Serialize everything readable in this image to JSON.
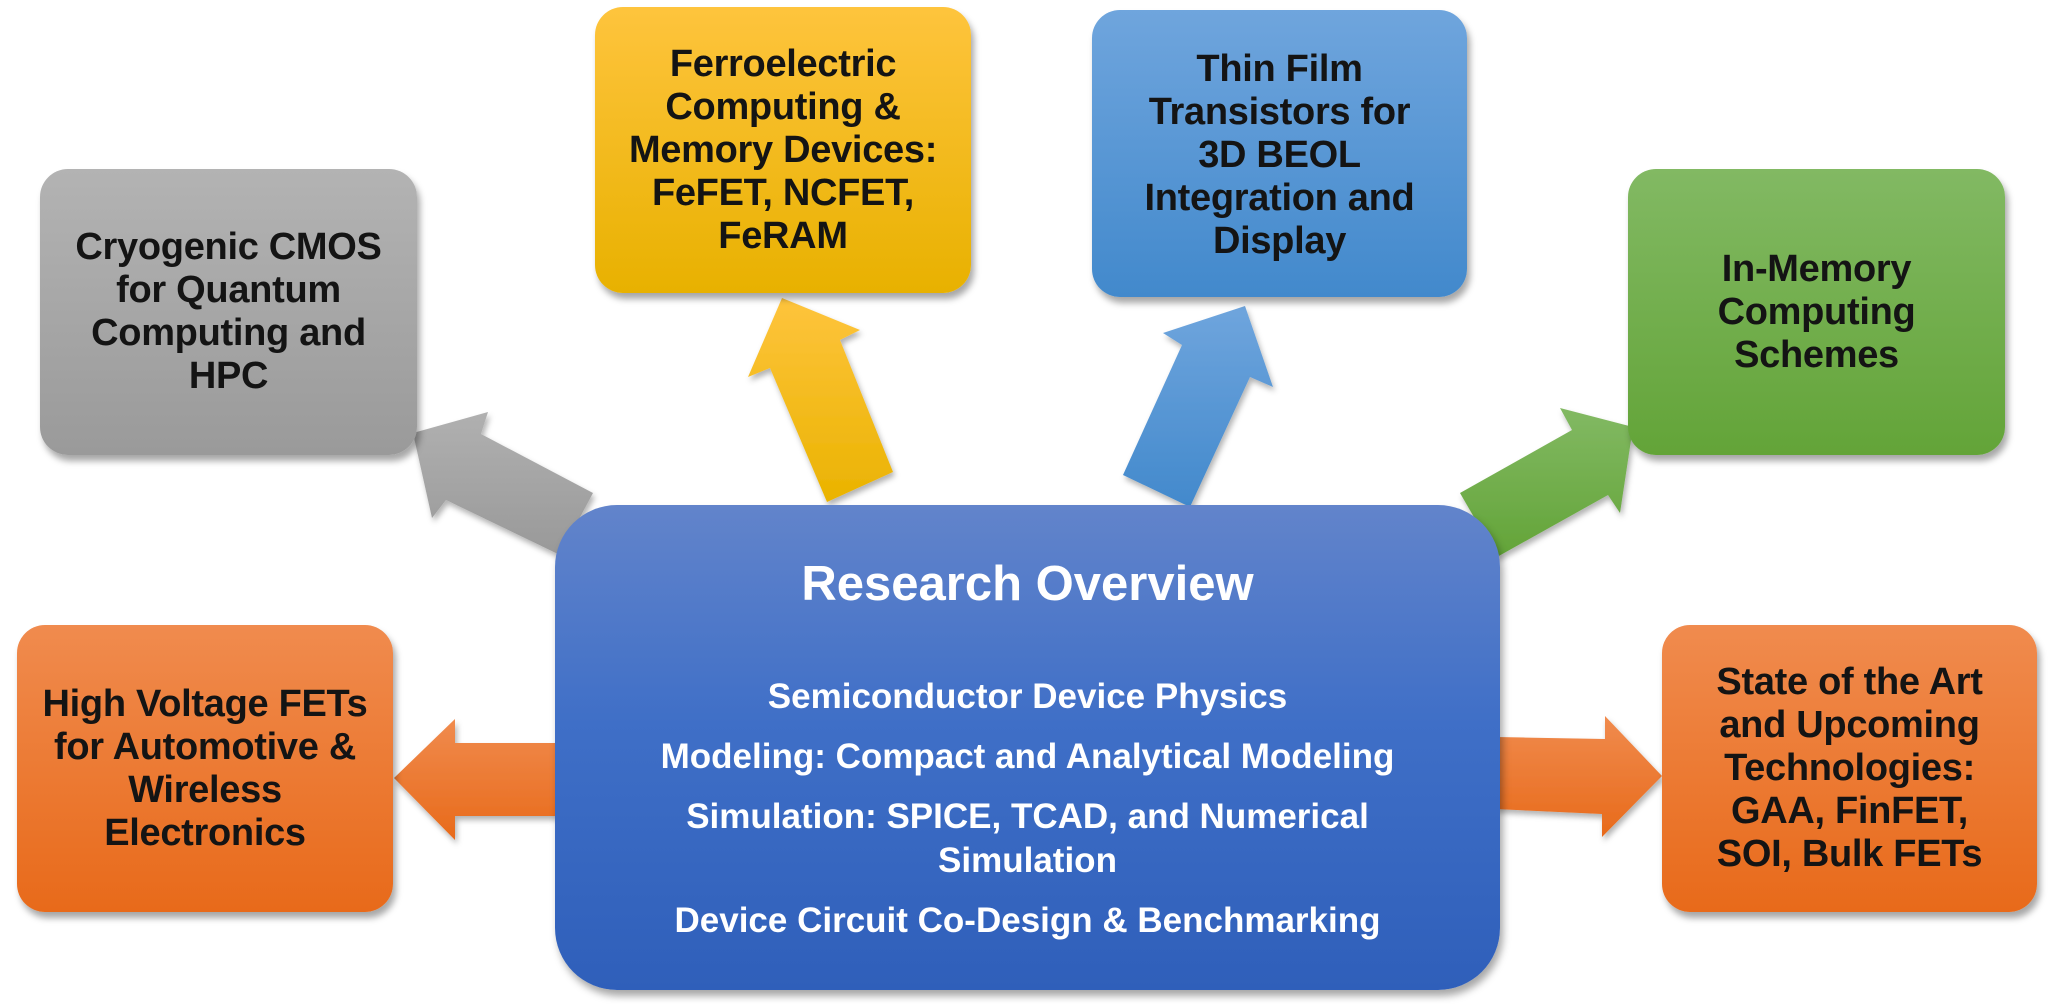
{
  "center": {
    "title": "Research Overview",
    "items": [
      "Semiconductor Device Physics",
      "Modeling: Compact and Analytical Modeling",
      "Simulation: SPICE, TCAD, and Numerical\nSimulation",
      "Device Circuit Co-Design & Benchmarking"
    ],
    "color": "#4272c8"
  },
  "topics": [
    {
      "id": "cryogenic",
      "label": "Cryogenic CMOS\nfor Quantum\nComputing and\nHPC",
      "color": "#a6a6a6"
    },
    {
      "id": "ferroelectric",
      "label": "Ferroelectric\nComputing &\nMemory Devices:\nFeFET, NCFET,\nFeRAM",
      "color": "#fbbf14"
    },
    {
      "id": "thin-film",
      "label": "Thin Film\nTransistors for\n3D BEOL\nIntegration and\nDisplay",
      "color": "#5a9ad8"
    },
    {
      "id": "in-memory",
      "label": "In-Memory\nComputing\nSchemes",
      "color": "#70ad47"
    },
    {
      "id": "high-voltage",
      "label": "High Voltage FETs\nfor Automotive &\nWireless\nElectronics",
      "color": "#ed7d31"
    },
    {
      "id": "state-of-art",
      "label": "State of the Art\nand Upcoming\nTechnologies:\nGAA, FinFET,\nSOI, Bulk FETs",
      "color": "#ed7d31"
    }
  ]
}
